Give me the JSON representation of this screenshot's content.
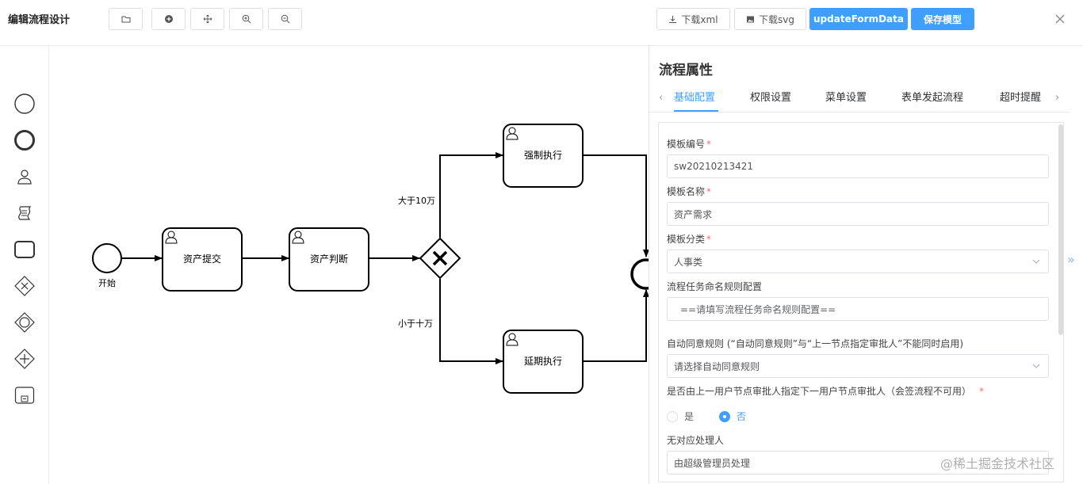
{
  "header": {
    "title": "编辑流程设计",
    "download_xml": "下载xml",
    "download_svg": "下载svg",
    "update_form_data": "updateFormData",
    "save_model": "保存模型"
  },
  "diagram": {
    "start_label": "开始",
    "task_submit": "资产提交",
    "task_judge": "资产判断",
    "task_force": "强制执行",
    "task_delay": "延期执行",
    "cond_gt": "大于10万",
    "cond_lt": "小于十万"
  },
  "panel": {
    "title": "流程属性",
    "tabs": [
      "基础配置",
      "权限设置",
      "菜单设置",
      "表单发起流程",
      "超时提醒"
    ],
    "fields": {
      "template_code_label": "模板编号",
      "template_code_value": "sw20210213421",
      "template_name_label": "模板名称",
      "template_name_value": "资产需求",
      "template_cat_label": "模板分类",
      "template_cat_value": "人事类",
      "naming_rule_label": "流程任务命名规则配置",
      "naming_rule_placeholder": "==请填写流程任务命名规则配置==",
      "auto_agree_label": "自动同意规则 (“自动同意规则”与“上一节点指定审批人”不能同时启用)",
      "auto_agree_placeholder": "请选择自动同意规则",
      "prev_assign_label": "是否由上一用户节点审批人指定下一用户节点审批人（会签流程不可用）",
      "yes": "是",
      "no": "否",
      "no_handler_label": "无对应处理人",
      "no_handler_value": "由超级管理员处理"
    }
  },
  "watermark": "@稀土掘金技术社区",
  "colors": {
    "accent": "#409eff",
    "required": "#f56c6c"
  }
}
